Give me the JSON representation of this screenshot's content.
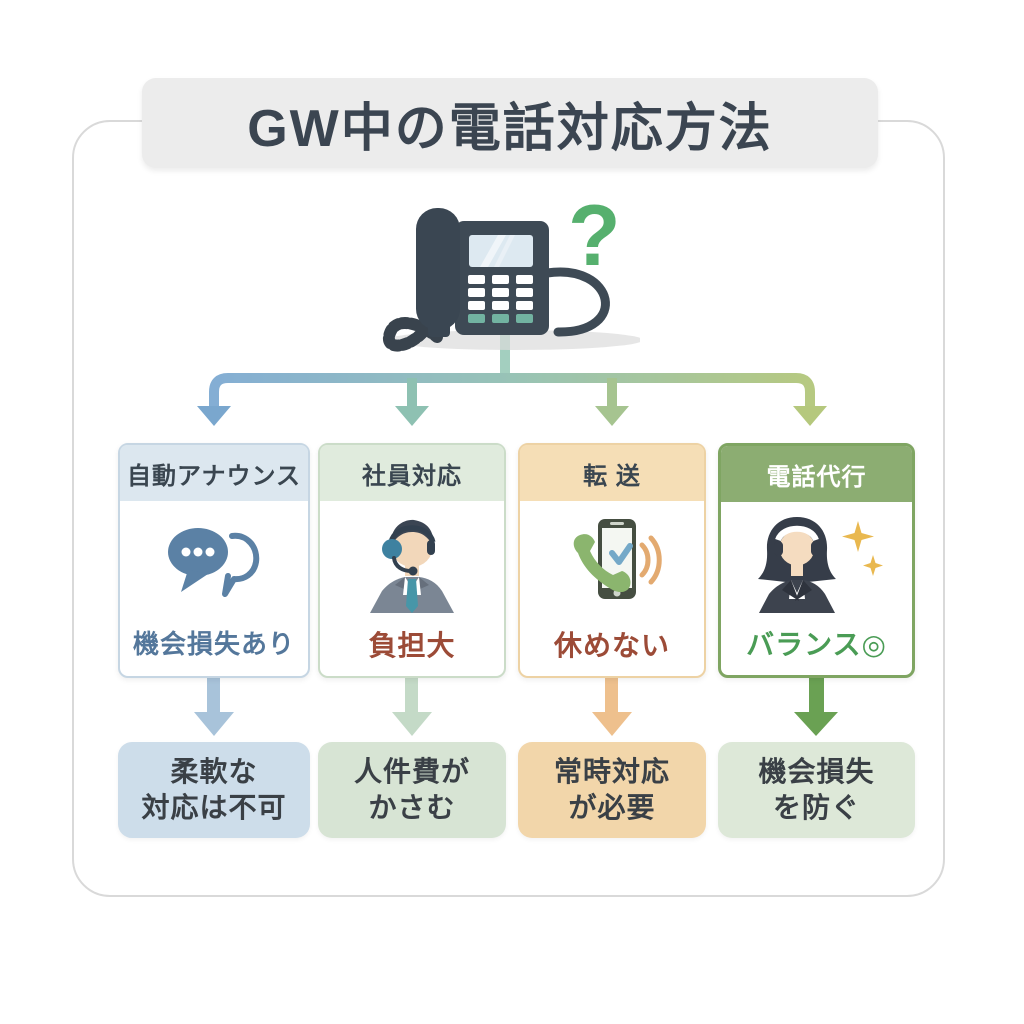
{
  "title": "GW中の電話対応方法",
  "hero": {
    "icon": "desk-phone-icon",
    "question_mark": "?"
  },
  "palette": {
    "frame_border": "#d9d9d9",
    "banner_bg": "#ececec",
    "title_color": "#3b4551",
    "phone_body": "#3e4a55",
    "phone_screen": "#dde9f1",
    "phone_key_accent": "#72b3a1",
    "question_green": "#56b06e",
    "branch_gradient": [
      "#84aed4",
      "#98c3b6",
      "#b6c981"
    ]
  },
  "columns": [
    {
      "header": "自動アナウンス",
      "icon": "speech-bubbles-icon",
      "caption": "機会損失あり",
      "result_lines": [
        "柔軟な",
        "対応は不可"
      ],
      "colors": {
        "border": "#c6d6e3",
        "header_bg": "#dce7ef",
        "header_text": "#3a4650",
        "caption": "#54779b",
        "icon_accent": "#5b81a5",
        "branch_arrow": "#7aa7ce",
        "result_arrow": "#a8c3da",
        "result_bg": "#cdddea"
      }
    },
    {
      "header": "社員対応",
      "icon": "employee-headset-icon",
      "caption": "負担大",
      "result_lines": [
        "人件費が",
        "かさむ"
      ],
      "colors": {
        "border": "#cbdcc8",
        "header_bg": "#e0ebdd",
        "header_text": "#3a4650",
        "caption": "#9c4b37",
        "icon_accent": "#4796a8",
        "branch_arrow": "#8ec1b2",
        "result_arrow": "#c4dac7",
        "result_bg": "#d7e4d4"
      }
    },
    {
      "header": "転 送",
      "icon": "phone-forward-icon",
      "caption": "休めない",
      "result_lines": [
        "常時対応",
        "が必要"
      ],
      "colors": {
        "border": "#edd2a4",
        "header_bg": "#f5deb6",
        "header_text": "#3a4650",
        "caption": "#9c4b37",
        "icon_accent": "#8bb56e",
        "branch_arrow": "#a6c490",
        "result_arrow": "#eec08d",
        "result_bg": "#f2d6aa"
      }
    },
    {
      "header": "電話代行",
      "icon": "operator-woman-icon",
      "caption": "バランス◎",
      "result_lines": [
        "機会損失",
        "を防ぐ"
      ],
      "colors": {
        "border": "#7fa562",
        "header_bg": "#8cad72",
        "header_text": "#ffffff",
        "caption": "#4a9c55",
        "icon_accent": "#e9b84f",
        "branch_arrow": "#b5c87d",
        "result_arrow": "#6aa153",
        "result_bg": "#dde8d8"
      }
    }
  ]
}
